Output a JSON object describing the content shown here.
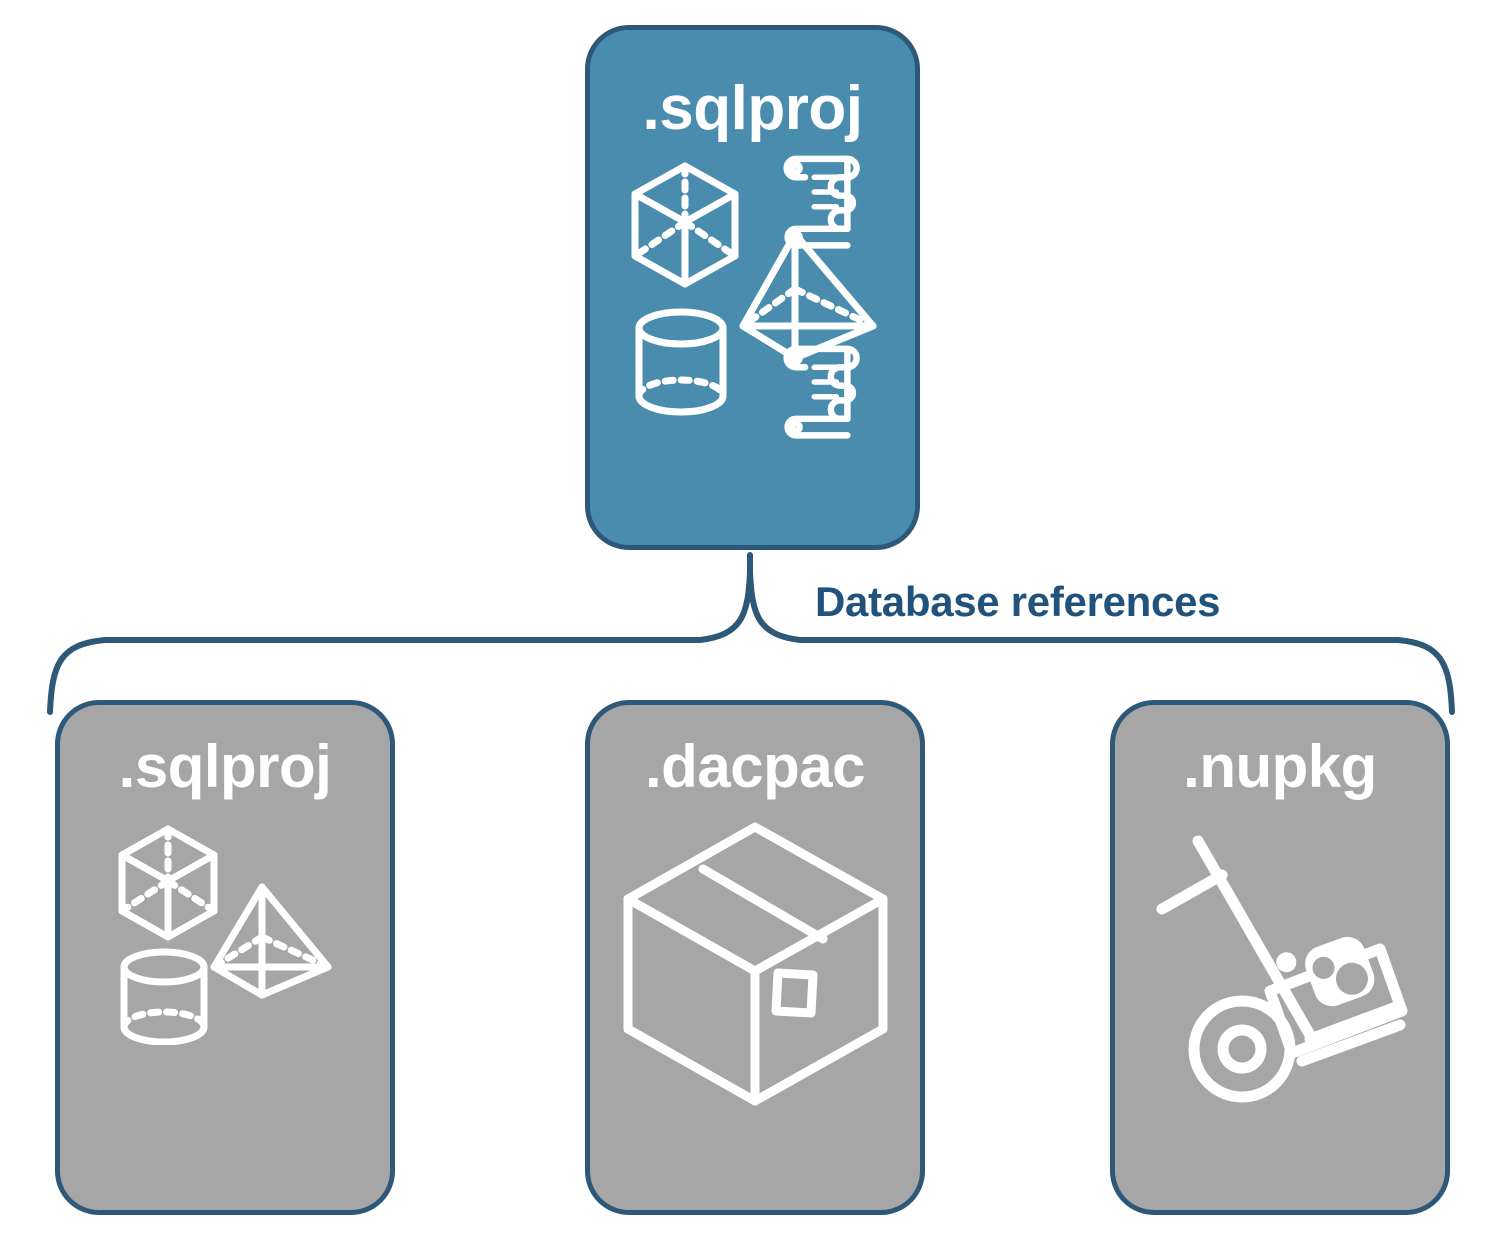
{
  "diagram": {
    "title_text": "Database references",
    "colors": {
      "root_fill": "#4a8cae",
      "reference_fill": "#a6a6a6",
      "border": "#2e5878",
      "label_text": "#21527c",
      "icon_stroke": "#ffffff",
      "background": "#ffffff"
    },
    "root": {
      "label": ".sqlproj",
      "icon_names": [
        "cube-wireframe-icon",
        "script-scroll-icon",
        "pyramid-wireframe-icon",
        "cylinder-wireframe-icon",
        "script-scroll-icon"
      ]
    },
    "connector": {
      "label": "Database references",
      "kind": "curly-brace",
      "branch_count": 3
    },
    "references": [
      {
        "label": ".sqlproj",
        "icon_name": "database-objects-icon",
        "icon_parts": [
          "cube-wireframe-icon",
          "pyramid-wireframe-icon",
          "cylinder-wireframe-icon"
        ]
      },
      {
        "label": ".dacpac",
        "icon_name": "package-box-icon",
        "icon_parts": [
          "shipping-box-icon"
        ]
      },
      {
        "label": ".nupkg",
        "icon_name": "nuget-package-icon",
        "icon_parts": [
          "hand-truck-icon",
          "nuget-logo-icon"
        ]
      }
    ]
  }
}
